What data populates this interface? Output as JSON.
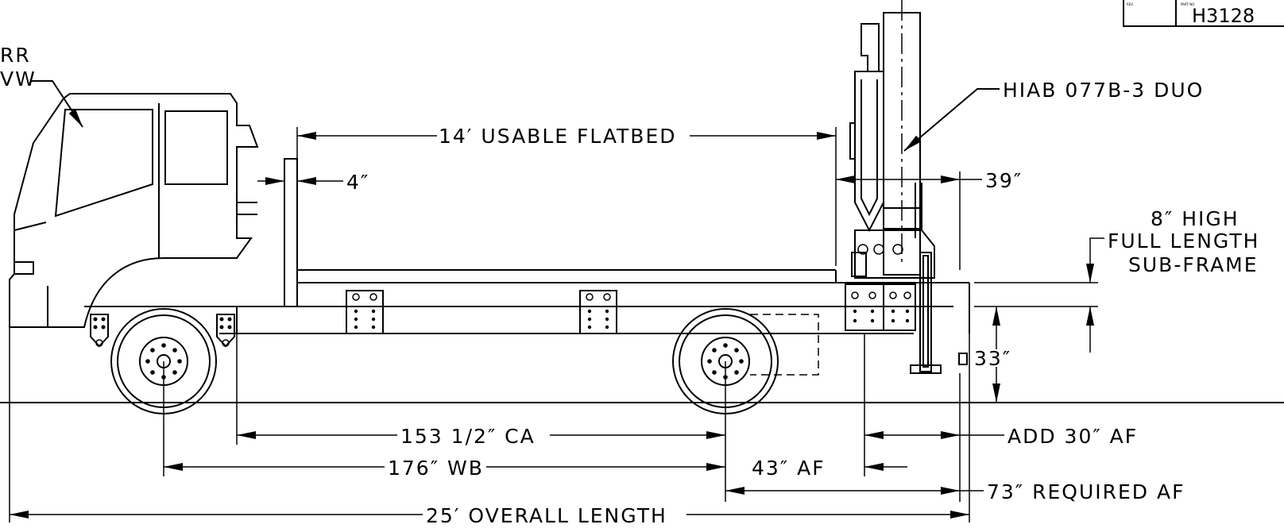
{
  "title_block": {
    "rev_label": "REV.",
    "part_no_label": "PART NO.",
    "part_number": "H3128"
  },
  "labels": {
    "truck_top": "RR",
    "truck_bottom": "VW",
    "crane_model": "HIAB 077B-3 DUO",
    "flatbed": "14′ USABLE FLATBED",
    "headboard_gap": "4″",
    "crane_base": "39″",
    "subframe_line1": "8″ HIGH",
    "subframe_line2": "FULL LENGTH",
    "subframe_line3": "SUB-FRAME",
    "frame_height": "33″",
    "cab_to_axle": "153 1/2″ CA",
    "add_af": "ADD 30″ AF",
    "wheelbase": "176″ WB",
    "af": "43″ AF",
    "required_af": "73″ REQUIRED AF",
    "overall_length": "25′ OVERALL LENGTH"
  }
}
